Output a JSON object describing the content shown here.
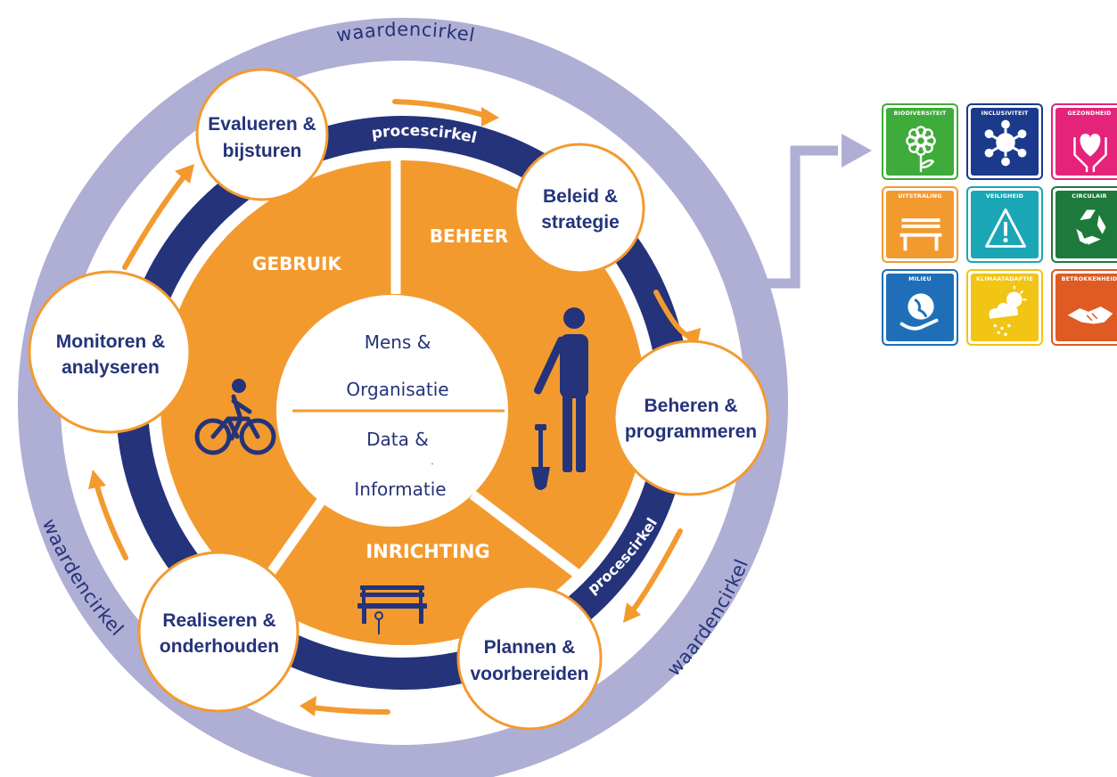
{
  "outer_ring": {
    "label_top": "waardencirkel",
    "label_left": "waardencirkel",
    "label_right": "waardencirkel",
    "color": "#afaed4"
  },
  "process_ring": {
    "label_top": "procescirkel",
    "label_left": "procescirkel",
    "label_right": "procescirkel",
    "color": "#24337a"
  },
  "arrow_color": "#f39a2f",
  "domains": {
    "color": "#f39a2f",
    "gebruik": "GEBRUIK",
    "beheer": "BEHEER",
    "inrichting": "INRICHTING"
  },
  "center": {
    "line1": "Mens &",
    "line2": "Organisatie",
    "line3": "Data &",
    "line4": "-",
    "line5": "Informatie"
  },
  "steps": [
    {
      "key": "evalueren",
      "line1": "Evalueren &",
      "line2": "bijsturen"
    },
    {
      "key": "beleid",
      "line1": "Beleid &",
      "line2": "strategie"
    },
    {
      "key": "beheren",
      "line1": "Beheren &",
      "line2": "programmeren"
    },
    {
      "key": "plannen",
      "line1": "Plannen &",
      "line2": "voorbereiden"
    },
    {
      "key": "realiseren",
      "line1": "Realiseren &",
      "line2": "onderhouden"
    },
    {
      "key": "monitoren",
      "line1": "Monitoren &",
      "line2": "analyseren"
    }
  ],
  "step_text_color": "#24337a",
  "icons": [
    "cyclist-icon",
    "gardener-with-shovel-icon",
    "park-bench-with-flower-icon"
  ],
  "values": [
    {
      "label": "BIODIVERSITEIT",
      "color": "#3fab3a",
      "icon": "flower-icon"
    },
    {
      "label": "INCLUSIVITEIT",
      "color": "#1b3a8c",
      "icon": "people-network-icon"
    },
    {
      "label": "GEZONDHEID",
      "color": "#e5237b",
      "icon": "hands-heart-icon"
    },
    {
      "label": "UITSTRALING",
      "color": "#f39a2f",
      "icon": "bench-icon"
    },
    {
      "label": "VEILIGHEID",
      "color": "#1aa6b5",
      "icon": "warning-triangle-icon"
    },
    {
      "label": "CIRCULAIR",
      "color": "#1d7a3c",
      "icon": "recycle-icon"
    },
    {
      "label": "MILIEU",
      "color": "#1f6fb8",
      "icon": "globe-in-hand-icon"
    },
    {
      "label": "KLIMAATADAPTIE",
      "color": "#f2c413",
      "icon": "sun-cloud-rain-icon"
    },
    {
      "label": "BETROKKENHEID",
      "color": "#e05a23",
      "icon": "handshake-icon"
    }
  ]
}
